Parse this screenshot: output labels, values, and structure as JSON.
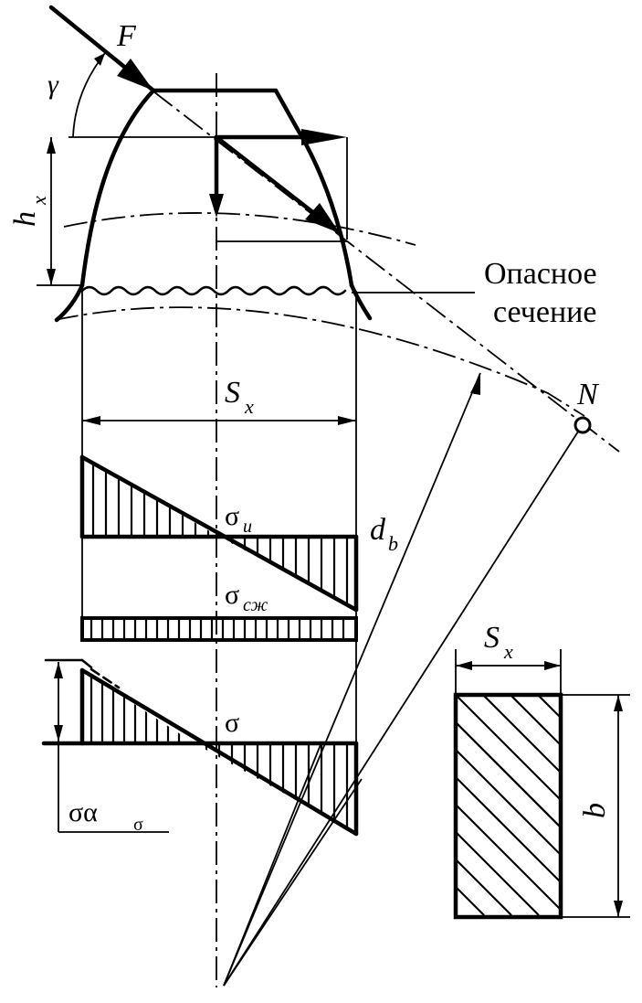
{
  "diagram": {
    "labels": {
      "force": "F",
      "angle": "γ",
      "height": "h",
      "height_sub": "x",
      "dangerous_line1": "Опасное",
      "dangerous_line2": "сечение",
      "thickness": "S",
      "thickness_sub": "x",
      "pole": "N",
      "base_diameter": "d",
      "base_diameter_sub": "b",
      "bending_stress": "σ",
      "bending_stress_sub": "и",
      "compress_stress": "σ",
      "compress_stress_sub": "сж",
      "total_stress": "σ",
      "stress_conc": "σα",
      "stress_conc_sub": "σ",
      "section_width": "S",
      "section_width_sub": "x",
      "face_width": "b"
    }
  }
}
